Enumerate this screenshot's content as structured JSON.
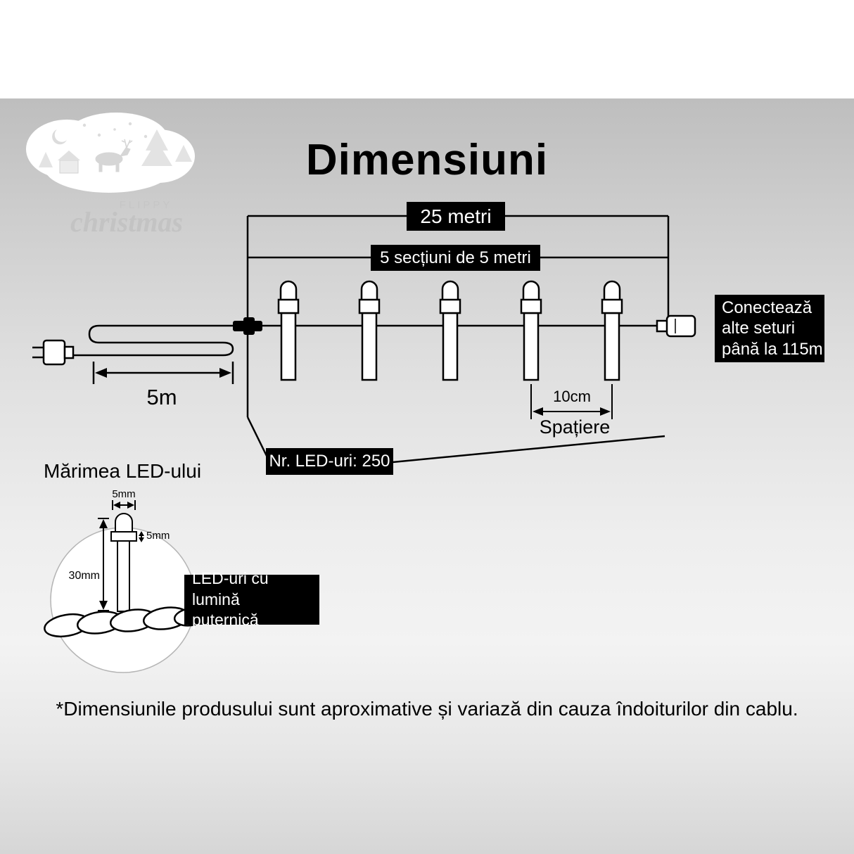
{
  "title": "Dimensiuni",
  "logo": {
    "brand": "FLIPPY",
    "script": "christmas"
  },
  "colors": {
    "label_bg": "#000000",
    "label_text": "#ffffff"
  },
  "diagram": {
    "total_length": "25 metri",
    "sections": "5 secțiuni de 5 metri",
    "lead_length": "5m",
    "spacing_value": "10cm",
    "spacing_label": "Spațiere",
    "led_count": "Nr. LED-uri: 250",
    "connect_lines": [
      "Conectează",
      "alte seturi",
      "până la 115m"
    ]
  },
  "led_size": {
    "heading": "Mărimea LED-ului",
    "bulb_width": "5mm",
    "bulb_cap": "5mm",
    "bulb_height": "30mm",
    "note_lines": [
      "LED-uri cu lumină",
      "puternică"
    ]
  },
  "footer": {
    "disclaimer": "*Dimensiunile produsului sunt aproximative și variază din cauza îndoiturilor din cablu."
  }
}
